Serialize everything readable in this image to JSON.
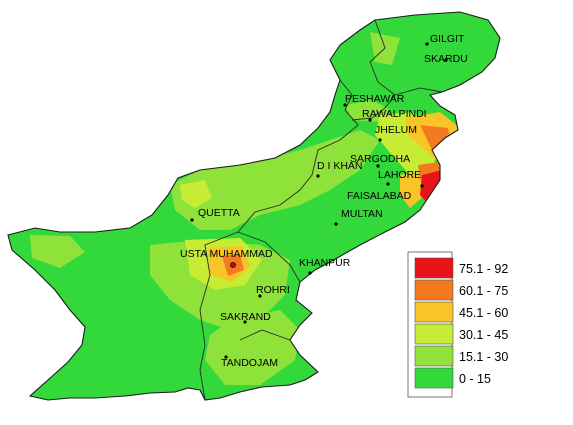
{
  "map": {
    "cities": [
      {
        "id": "gilgit",
        "name": "GILGIT"
      },
      {
        "id": "skardu",
        "name": "SKARDU"
      },
      {
        "id": "peshawar",
        "name": "PESHAWAR"
      },
      {
        "id": "rawalpindi",
        "name": "RAWALPINDI"
      },
      {
        "id": "jhelum",
        "name": "JHELUM"
      },
      {
        "id": "sargodha",
        "name": "SARGODHA"
      },
      {
        "id": "dikhan",
        "name": "D I KHAN"
      },
      {
        "id": "lahore",
        "name": "LAHORE"
      },
      {
        "id": "faisalabad",
        "name": "FAISALABAD"
      },
      {
        "id": "multan",
        "name": "MULTAN"
      },
      {
        "id": "quetta",
        "name": "QUETTA"
      },
      {
        "id": "ustamuhammad",
        "name": "USTA MUHAMMAD"
      },
      {
        "id": "khanpur",
        "name": "KHANPUR"
      },
      {
        "id": "rohri",
        "name": "ROHRI"
      },
      {
        "id": "sakrand",
        "name": "SAKRAND"
      },
      {
        "id": "tandojam",
        "name": "TANDOJAM"
      }
    ]
  },
  "legend": {
    "classes": [
      {
        "label": "75.1 - 92",
        "color": "#e8141a"
      },
      {
        "label": "60.1 - 75",
        "color": "#f47a1f"
      },
      {
        "label": "45.1 - 60",
        "color": "#f8c427"
      },
      {
        "label": "30.1 - 45",
        "color": "#c6ec34"
      },
      {
        "label": "15.1 - 30",
        "color": "#8fe23a"
      },
      {
        "label": "0 - 15",
        "color": "#33d93a"
      }
    ]
  }
}
